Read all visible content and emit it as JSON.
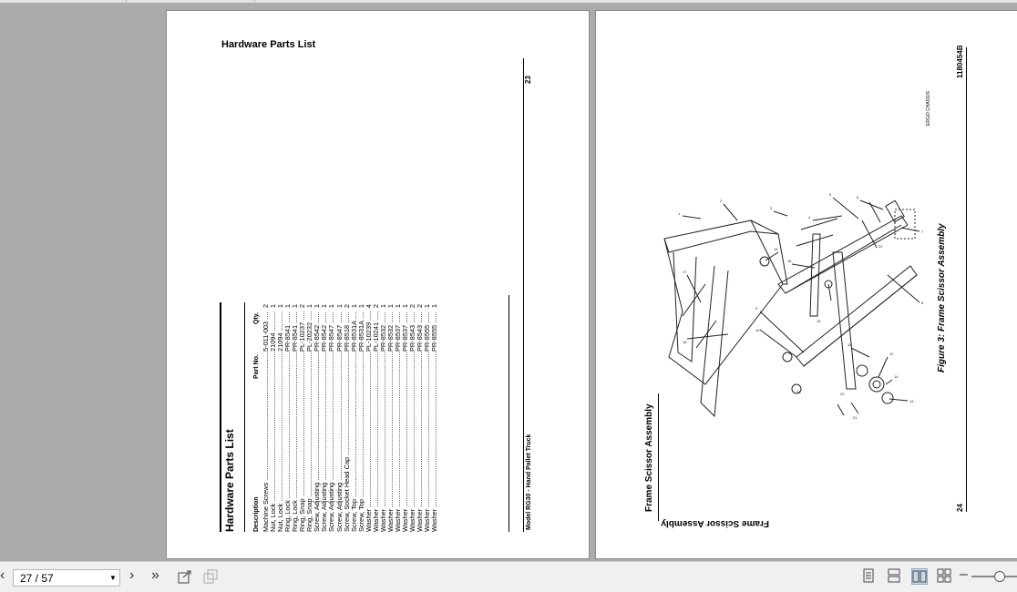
{
  "left_page": {
    "header": "Hardware Parts List",
    "page_number": "23",
    "table_title": "Hardware Parts List",
    "columns": {
      "description": "Description",
      "part_no": "Part No.",
      "qty": "Qty."
    },
    "rows": [
      {
        "description": "Machine Screws",
        "part_no": "5-011-003",
        "qty": "2"
      },
      {
        "description": "Nut, Lock",
        "part_no": "21094",
        "qty": "1"
      },
      {
        "description": "Nut, Lock",
        "part_no": "21094",
        "qty": "1"
      },
      {
        "description": "Ring, Lock",
        "part_no": "PR-8541",
        "qty": "1"
      },
      {
        "description": "Ring, Lock",
        "part_no": "PR-8541",
        "qty": "1"
      },
      {
        "description": "Ring, Snap",
        "part_no": "PL-10237",
        "qty": "2"
      },
      {
        "description": "Ring, Snap",
        "part_no": "PL-20232",
        "qty": "1"
      },
      {
        "description": "Screw, Adjusting",
        "part_no": "PR-8542",
        "qty": "1"
      },
      {
        "description": "Screw, Adjusting",
        "part_no": "PR-8542",
        "qty": "1"
      },
      {
        "description": "Screw, Adjusting",
        "part_no": "PR-8547",
        "qty": "1"
      },
      {
        "description": "Screw, Adjusting",
        "part_no": "PR-8547",
        "qty": "1"
      },
      {
        "description": "Screw, Socket Head Cap",
        "part_no": "PR-8518",
        "qty": "2"
      },
      {
        "description": "Screw, Top",
        "part_no": "PR-8531A",
        "qty": "1"
      },
      {
        "description": "Screw, Top",
        "part_no": "PR-8531A",
        "qty": "1"
      },
      {
        "description": "Washer",
        "part_no": "PL-10239",
        "qty": "4"
      },
      {
        "description": "Washer",
        "part_no": "PL-10241",
        "qty": "2"
      },
      {
        "description": "Washer",
        "part_no": "PR-8532",
        "qty": "1"
      },
      {
        "description": "Washer",
        "part_no": "PR-8532",
        "qty": "1"
      },
      {
        "description": "Washer",
        "part_no": "PR-8537",
        "qty": "1"
      },
      {
        "description": "Washer",
        "part_no": "PR-8537",
        "qty": "1"
      },
      {
        "description": "Washer",
        "part_no": "PR-8543",
        "qty": "2"
      },
      {
        "description": "Washer",
        "part_no": "PR-8543",
        "qty": "2"
      },
      {
        "description": "Washer",
        "part_no": "PR-8555",
        "qty": "1"
      },
      {
        "description": "Washer",
        "part_no": "PR-8555",
        "qty": "1"
      }
    ],
    "footer": "Model RG30 - Hand Pallet Truck"
  },
  "right_page": {
    "doc_number": "1180454B",
    "chassis_label": "ERGO CHASSIS",
    "figure_caption": "Figure 3: Frame Scissor Assembly",
    "section_title": "Frame Scissor Assembly",
    "mirrored_title": "Frame Scissor Assembly",
    "page_number": "24",
    "callouts": [
      "1",
      "2",
      "3",
      "4",
      "5",
      "6",
      "7",
      "8",
      "9",
      "10",
      "11",
      "12",
      "13",
      "14",
      "15",
      "16",
      "17",
      "18",
      "19",
      "20",
      "21",
      "22",
      "23"
    ]
  },
  "toolbar": {
    "prev_icon": "chevron-left-icon",
    "page_indicator": "27 / 57",
    "next_icon": "chevron-right-icon",
    "last_icon": "double-chevron-right-icon",
    "view_modes": [
      "single-page-icon",
      "continuous-icon",
      "two-page-icon",
      "two-page-continuous-icon"
    ],
    "zoom_out_icon": "minus-icon",
    "active_mode_color": "#c9d7e6"
  }
}
